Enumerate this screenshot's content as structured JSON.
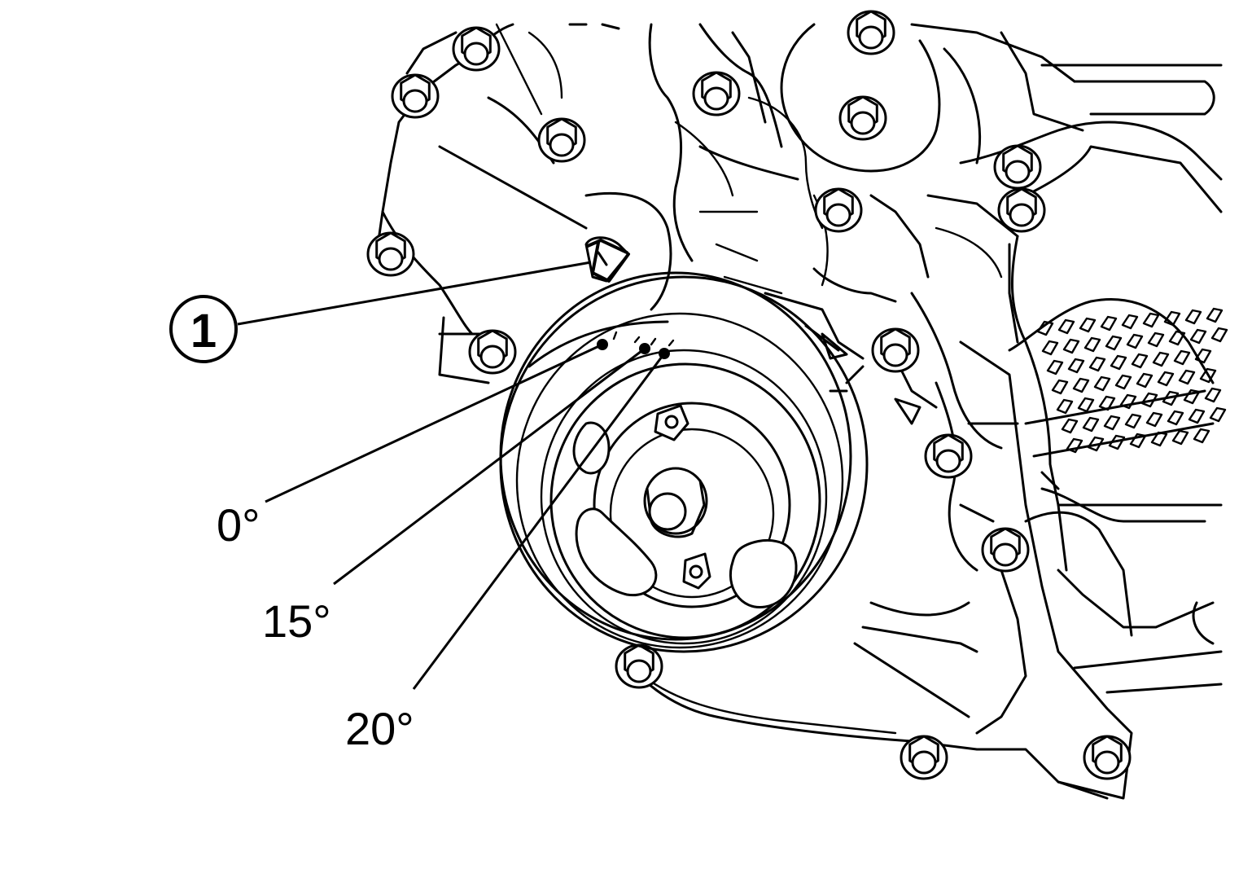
{
  "callouts": [
    {
      "id": "1",
      "label": "1",
      "target": "timing-indicator"
    }
  ],
  "timing_marks": [
    {
      "label": "0°"
    },
    {
      "label": "15°"
    },
    {
      "label": "20°"
    }
  ],
  "colors": {
    "line": "#000000",
    "background": "#ffffff"
  }
}
